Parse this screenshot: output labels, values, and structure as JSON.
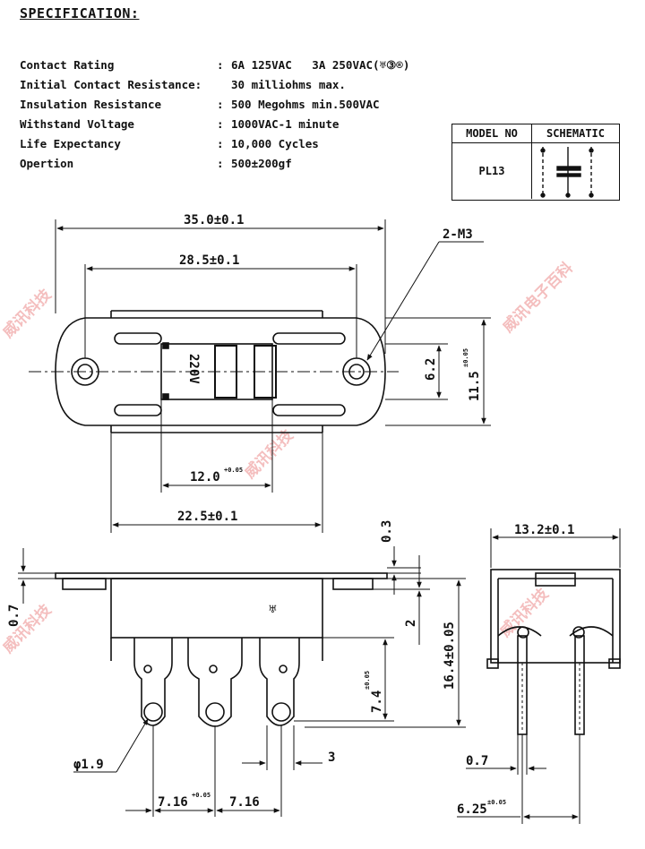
{
  "title": "SPECIFICATION:",
  "specs": [
    {
      "label": "Contact Rating",
      "sep": ":",
      "value": "6A 125VAC   3A 250VAC(♅③®)"
    },
    {
      "label": "Initial Contact Resistance:",
      "sep": "",
      "value": "30 milliohms max."
    },
    {
      "label": "Insulation Resistance",
      "sep": ":",
      "value": "500 Megohms min.500VAC"
    },
    {
      "label": "Withstand Voltage",
      "sep": ":",
      "value": "1000VAC-1 minute"
    },
    {
      "label": "Life Expectancy",
      "sep": ":",
      "value": "10,000 Cycles"
    },
    {
      "label": "Opertion",
      "sep": ":",
      "value": "500±200gf"
    }
  ],
  "model_table": {
    "header_model": "MODEL NO",
    "header_schematic": "SCHEMATIC",
    "model": "PL13"
  },
  "dims": {
    "overall_width": "35.0±0.1",
    "hole_spacing": "28.5±0.1",
    "screw": "2-M3",
    "hole_height": "6.2",
    "flange_height": "11.5",
    "flange_height_tol": "±0.05",
    "slot_width": "12.0",
    "slot_width_tol": "+0.05",
    "body_width": "22.5±0.1",
    "plate_thickness_top": "0.3",
    "plate_thickness_left": "0.7",
    "body_offset": "2",
    "total_height": "16.4±0.05",
    "terminal_height": "7.4",
    "terminal_height_tol": "±0.05",
    "terminal_width": "3",
    "hole_dia": "φ1.9",
    "pitch_1": "7.16",
    "pitch_1_tol": "+0.05",
    "pitch_2": "7.16",
    "side_width": "13.2±0.1",
    "pin_thickness": "0.7",
    "pin_spacing": "6.25",
    "pin_spacing_tol": "±0.05",
    "voltage_label": "220V",
    "ul_mark": "♅"
  },
  "watermark": {
    "cn": "威讯科技",
    "cn2": "威讯电子百科"
  }
}
